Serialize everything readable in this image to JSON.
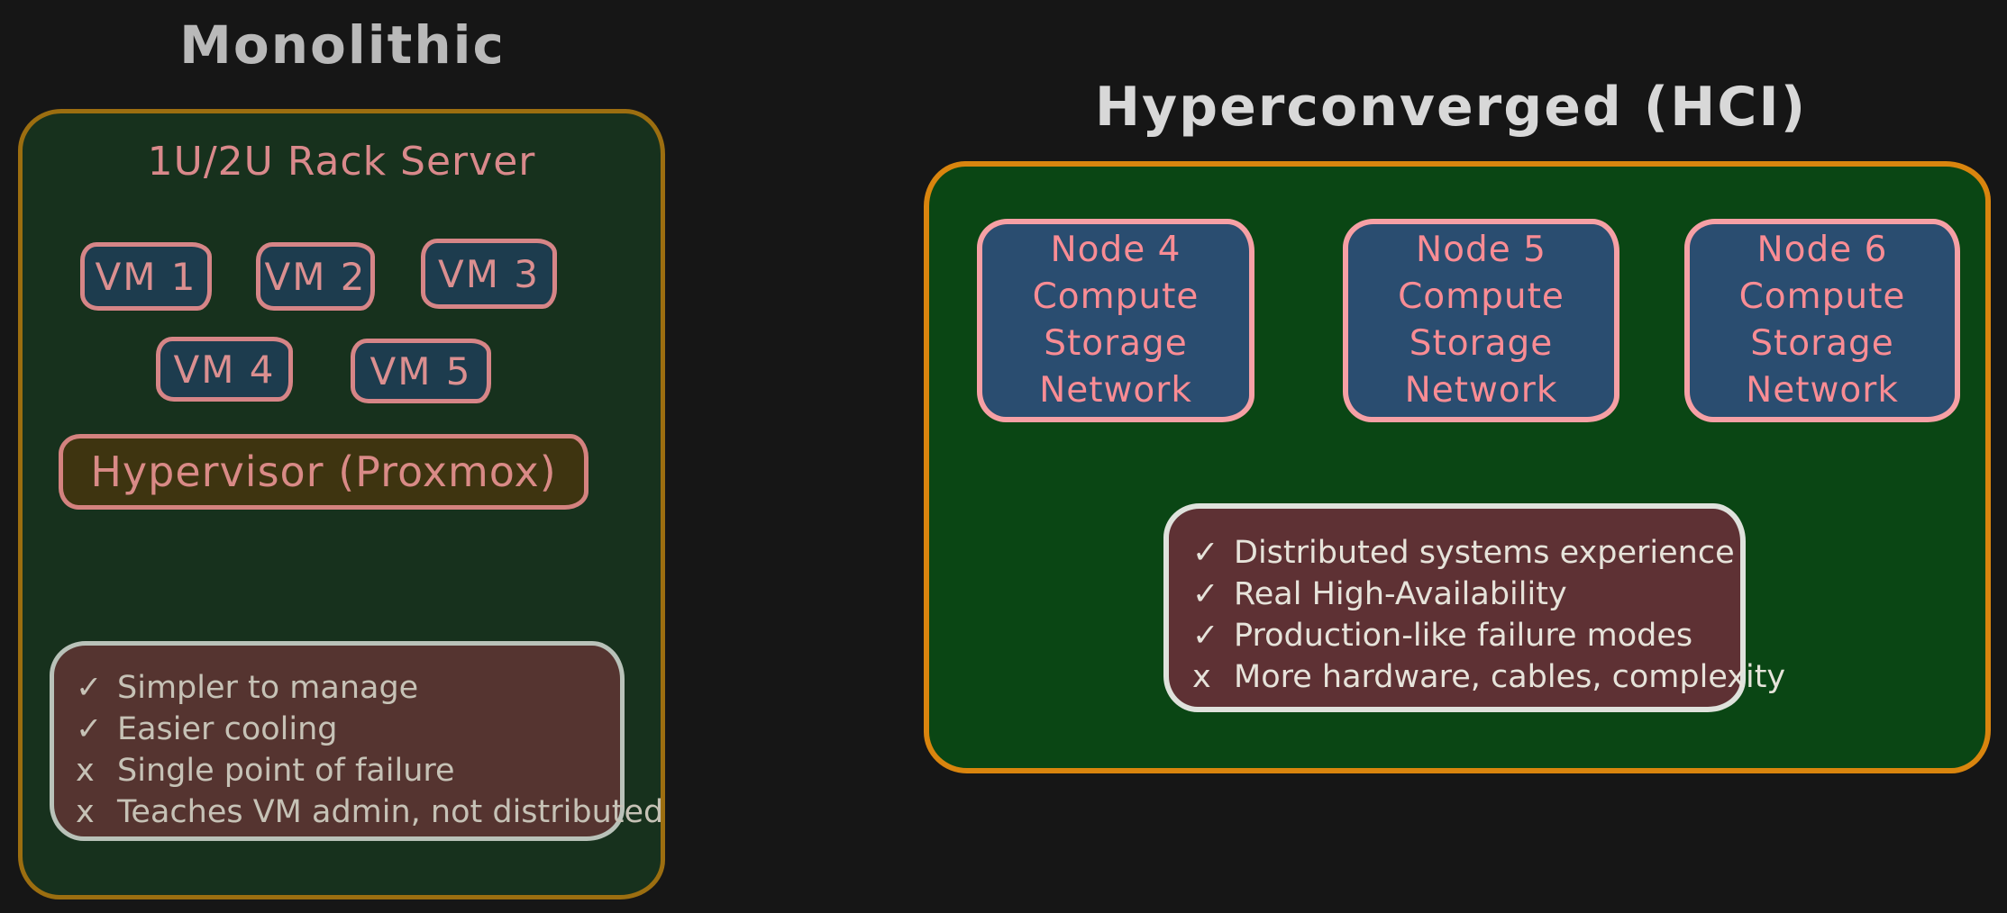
{
  "colors": {
    "page_bg": "#161616",
    "mono_title": "#b9b9b9",
    "hci_title": "#d8d8d8",
    "mono_panel_bg": "#17311d",
    "mono_panel_border": "#9c6e10",
    "hci_panel_bg": "#0a4614",
    "hci_panel_border": "#d9850e",
    "vm_bg": "#1d3c4e",
    "vm_border": "#d68587",
    "vm_text": "#db8f90",
    "node_bg": "#2a4d70",
    "node_border": "#f6a0a5",
    "node_text": "#f98c94",
    "hypervisor_bg": "#3e3410",
    "hypervisor_border": "#d4827f",
    "hypervisor_text": "#d98a86",
    "rack_label_text": "#d9898b",
    "mono_notes_bg": "#553430",
    "mono_notes_border": "#b9c2b9",
    "mono_notes_text": "#c6c2b6",
    "hci_notes_bg": "#5e3134",
    "hci_notes_border": "#dfe2dc",
    "hci_notes_text": "#e6e3da"
  },
  "monolithic": {
    "title": "Monolithic",
    "rack_label": "1U/2U Rack Server",
    "vms": [
      "VM 1",
      "VM 2",
      "VM 3",
      "VM 4",
      "VM 5"
    ],
    "hypervisor": "Hypervisor (Proxmox)",
    "notes": [
      {
        "mark": "✓",
        "text": "Simpler to manage"
      },
      {
        "mark": "✓",
        "text": "Easier cooling"
      },
      {
        "mark": "x",
        "text": "Single point of failure"
      },
      {
        "mark": "x",
        "text": "Teaches VM admin, not distributed"
      }
    ]
  },
  "hci": {
    "title": "Hyperconverged (HCI)",
    "nodes": [
      {
        "name": "Node 4",
        "lines": [
          "Compute",
          "Storage",
          "Network"
        ]
      },
      {
        "name": "Node 5",
        "lines": [
          "Compute",
          "Storage",
          "Network"
        ]
      },
      {
        "name": "Node 6",
        "lines": [
          "Compute",
          "Storage",
          "Network"
        ]
      }
    ],
    "notes": [
      {
        "mark": "✓",
        "text": "Distributed systems experience"
      },
      {
        "mark": "✓",
        "text": "Real High-Availability"
      },
      {
        "mark": "✓",
        "text": "Production-like failure modes"
      },
      {
        "mark": "x",
        "text": "More hardware, cables, complexity"
      }
    ]
  }
}
